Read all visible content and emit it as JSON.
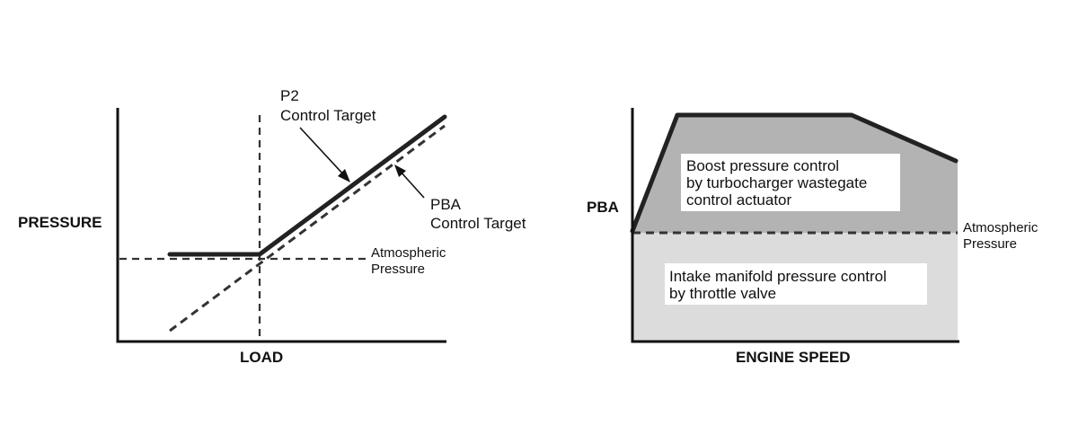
{
  "left_diagram": {
    "y_axis_label": "PRESSURE",
    "x_axis_label": "LOAD",
    "p2_label_line1": "P2",
    "p2_label_line2": "Control Target",
    "pba_label_line1": "PBA",
    "pba_label_line2": "Control Target",
    "atm_label_line1": "Atmospheric",
    "atm_label_line2": "Pressure"
  },
  "right_diagram": {
    "y_axis_label": "PBA",
    "x_axis_label": "ENGINE SPEED",
    "atm_label_line1": "Atmospheric",
    "atm_label_line2": "Pressure",
    "boost_box_line1": "Boost pressure control",
    "boost_box_line2": "by turbocharger wastegate",
    "boost_box_line3": "control actuator",
    "intake_box_line1": "Intake manifold pressure control",
    "intake_box_line2": "by throttle valve",
    "colors": {
      "boost_region": "#b3b3b3",
      "intake_region": "#dcdcdc"
    }
  }
}
